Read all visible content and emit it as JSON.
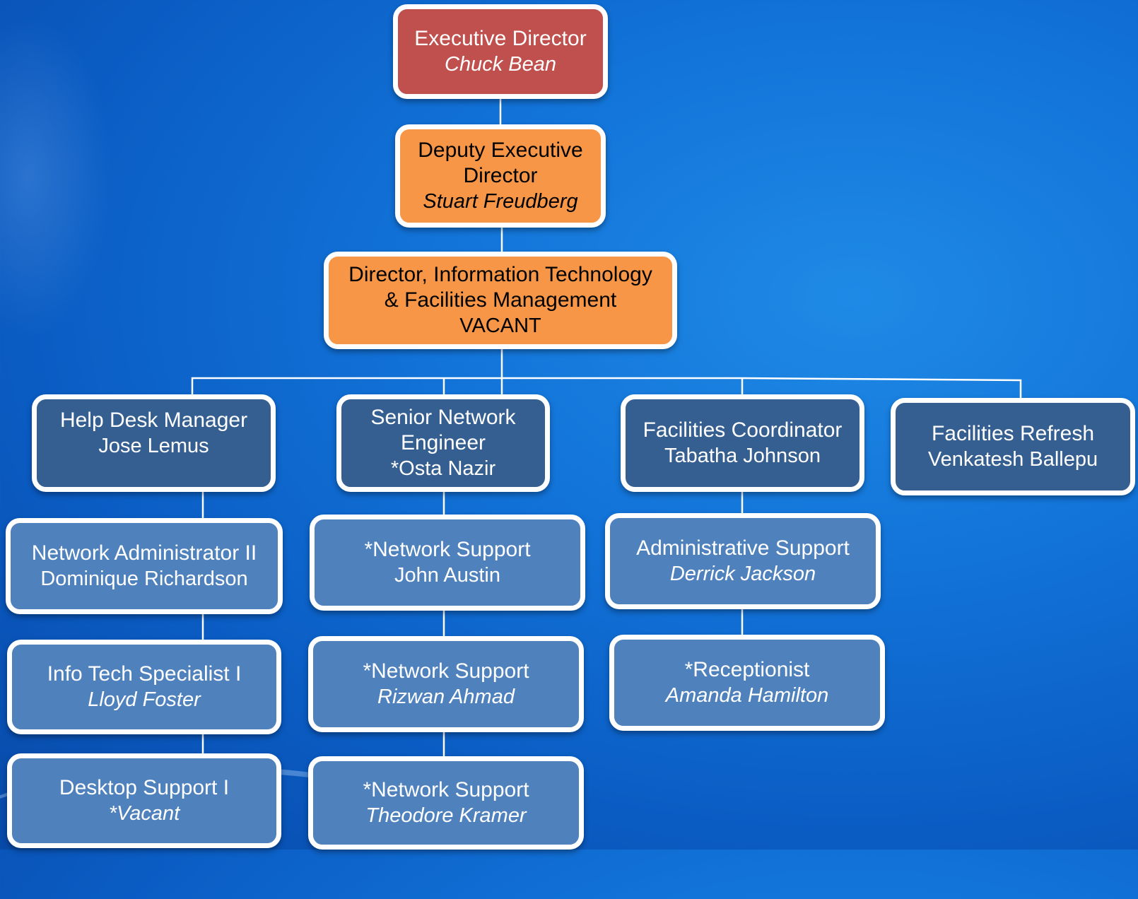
{
  "nodes": {
    "executive_director": {
      "title": "Executive Director",
      "name": "Chuck Bean"
    },
    "deputy_executive_director": {
      "title_line1": "Deputy Executive",
      "title_line2": "Director",
      "name": "Stuart Freudberg"
    },
    "director_it": {
      "title_line1": "Director, Information Technology",
      "title_line2": "& Facilities Management",
      "name": "VACANT"
    },
    "help_desk_manager": {
      "title": "Help Desk Manager",
      "name": "Jose Lemus"
    },
    "senior_network_engineer": {
      "title_line1": "Senior Network",
      "title_line2": "Engineer",
      "name": "*Osta Nazir"
    },
    "facilities_coordinator": {
      "title": "Facilities Coordinator",
      "name": "Tabatha Johnson"
    },
    "facilities_refresh": {
      "title": "Facilities Refresh",
      "name": "Venkatesh Ballepu"
    },
    "network_administrator_ii": {
      "title": "Network Administrator II",
      "name": "Dominique Richardson"
    },
    "info_tech_specialist_i": {
      "title": "Info Tech Specialist I",
      "name": "Lloyd Foster"
    },
    "desktop_support_i": {
      "title": "Desktop Support I",
      "name": "*Vacant"
    },
    "network_support_1": {
      "title": "*Network Support",
      "name": "John Austin"
    },
    "network_support_2": {
      "title": "*Network Support",
      "name": "Rizwan Ahmad"
    },
    "network_support_3": {
      "title": "*Network Support",
      "name": "Theodore Kramer"
    },
    "administrative_support": {
      "title": "Administrative Support",
      "name": "Derrick Jackson"
    },
    "receptionist": {
      "title": "*Receptionist",
      "name": "Amanda Hamilton"
    }
  },
  "colors": {
    "executive": "#c0504d",
    "deputy": "#f79646",
    "manager": "#365f91",
    "staff": "#4f81bd",
    "border": "#ffffff",
    "connector": "#ffffff",
    "background": "#0a5bc2"
  }
}
